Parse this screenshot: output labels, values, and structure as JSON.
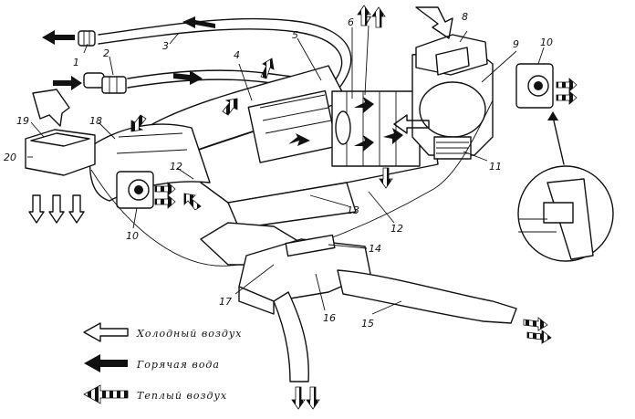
{
  "part_labels": [
    "1",
    "2",
    "3",
    "4",
    "5",
    "6",
    "7",
    "8",
    "9",
    "10",
    "11",
    "12",
    "13",
    "14",
    "15",
    "16",
    "17",
    "18",
    "19",
    "20"
  ],
  "part_label_dup": {
    "l10b": "10",
    "l12b": "12"
  },
  "legend": {
    "cold_air": "Холодный воздух",
    "hot_water": "Горячая вода",
    "warm_air": "Теплый воздух"
  },
  "colors": {
    "ink": "#111111",
    "paper": "#ffffff"
  },
  "icons": {
    "cold_air": "hollow-arrow-icon",
    "hot_water": "solid-arrow-icon",
    "warm_air": "striped-arrow-icon"
  }
}
